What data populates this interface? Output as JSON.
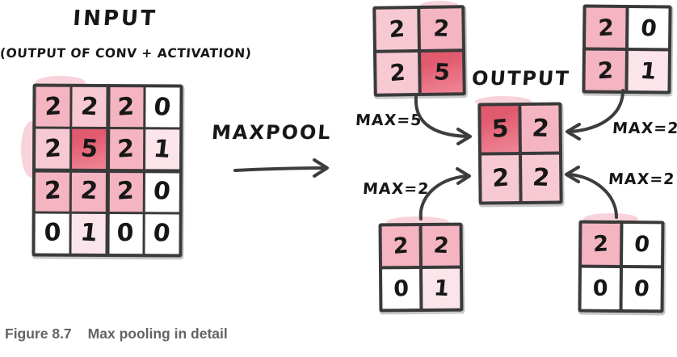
{
  "figure": {
    "title": "INPUT",
    "subtitle": "(OUTPUT OF CONV + ACTIVATION)",
    "operation": "MAXPOOL",
    "output_title": "OUTPUT",
    "max_labels": {
      "top_left": "MAX=5",
      "bottom_left": "MAX=2",
      "top_right": "MAX=2",
      "bottom_right": "MAX=2"
    },
    "caption": {
      "number": "Figure 8.7",
      "text": "Max pooling in detail"
    }
  },
  "colors": {
    "pink": "#f4b4c1",
    "pink_light": "#f7c9d3",
    "pink_pale": "#fbe5ea",
    "red": "#e6687c",
    "white": "#ffffff",
    "border": "#3a3a3a",
    "arrow": "#3d3d3d",
    "caption_gray": "#636466"
  },
  "grids": {
    "input": {
      "rows": 4,
      "cols": 4,
      "cells": [
        {
          "v": "2",
          "c": "pink"
        },
        {
          "v": "2",
          "c": "pink_light"
        },
        {
          "v": "2",
          "c": "pink"
        },
        {
          "v": "0",
          "c": "white"
        },
        {
          "v": "2",
          "c": "pink_light"
        },
        {
          "v": "5",
          "c": "red"
        },
        {
          "v": "2",
          "c": "pink"
        },
        {
          "v": "1",
          "c": "pink_pale"
        },
        {
          "v": "2",
          "c": "pink"
        },
        {
          "v": "2",
          "c": "pink"
        },
        {
          "v": "2",
          "c": "pink"
        },
        {
          "v": "0",
          "c": "white"
        },
        {
          "v": "0",
          "c": "white"
        },
        {
          "v": "1",
          "c": "pink_pale"
        },
        {
          "v": "0",
          "c": "white"
        },
        {
          "v": "0",
          "c": "white"
        }
      ]
    },
    "window_a": {
      "rows": 2,
      "cols": 2,
      "cells": [
        {
          "v": "2",
          "c": "pink_light"
        },
        {
          "v": "2",
          "c": "pink"
        },
        {
          "v": "2",
          "c": "pink_light"
        },
        {
          "v": "5",
          "c": "red"
        }
      ]
    },
    "window_b": {
      "rows": 2,
      "cols": 2,
      "cells": [
        {
          "v": "2",
          "c": "pink"
        },
        {
          "v": "0",
          "c": "white"
        },
        {
          "v": "2",
          "c": "pink"
        },
        {
          "v": "1",
          "c": "pink_pale"
        }
      ]
    },
    "window_c": {
      "rows": 2,
      "cols": 2,
      "cells": [
        {
          "v": "2",
          "c": "pink"
        },
        {
          "v": "2",
          "c": "pink"
        },
        {
          "v": "0",
          "c": "white"
        },
        {
          "v": "1",
          "c": "pink_pale"
        }
      ]
    },
    "window_d": {
      "rows": 2,
      "cols": 2,
      "cells": [
        {
          "v": "2",
          "c": "pink"
        },
        {
          "v": "0",
          "c": "white"
        },
        {
          "v": "0",
          "c": "white"
        },
        {
          "v": "0",
          "c": "white"
        }
      ]
    },
    "output": {
      "rows": 2,
      "cols": 2,
      "cells": [
        {
          "v": "5",
          "c": "red"
        },
        {
          "v": "2",
          "c": "pink"
        },
        {
          "v": "2",
          "c": "pink_light"
        },
        {
          "v": "2",
          "c": "pink_light"
        }
      ]
    }
  }
}
